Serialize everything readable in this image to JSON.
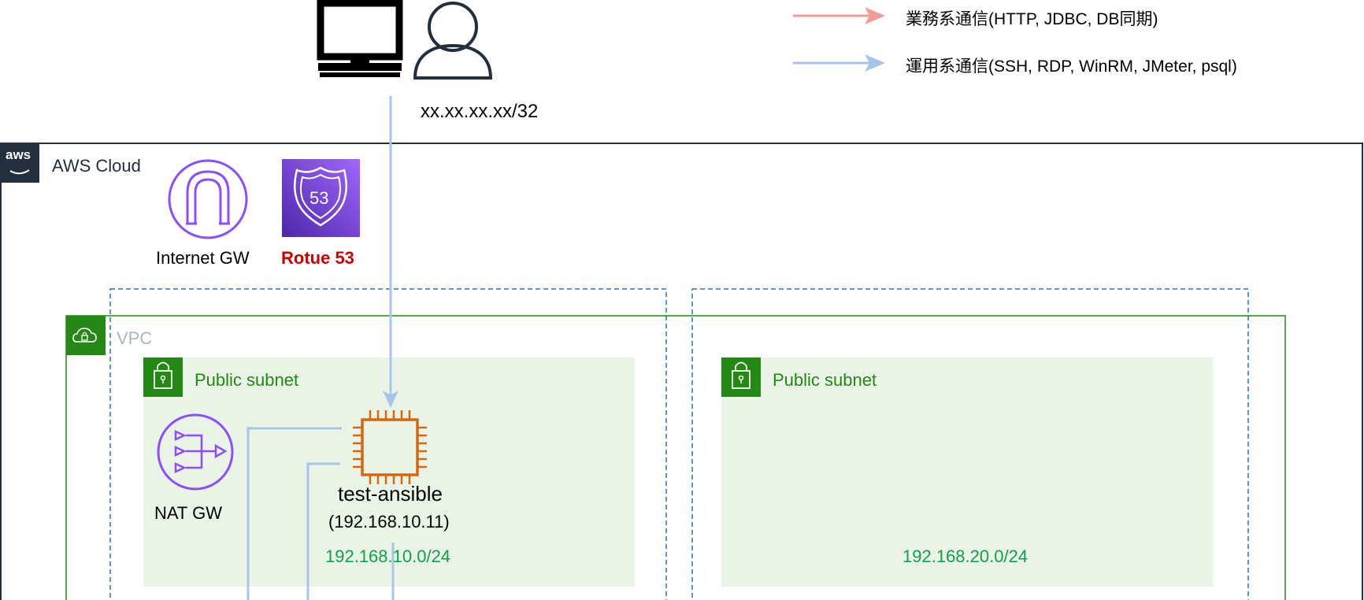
{
  "legend": {
    "business_label": "業務系通信(HTTP, JDBC, DB同期)",
    "ops_label": "運用系通信(SSH, RDP, WinRM, JMeter, psql)",
    "business_color": "#f19c99",
    "ops_color": "#a9c4eb"
  },
  "client": {
    "cidr": "xx.xx.xx.xx/32"
  },
  "aws_cloud": {
    "label": "AWS Cloud",
    "logo_text": "aws"
  },
  "services": {
    "internet_gw": "Internet GW",
    "route53": "Rotue 53",
    "route53_badge": "53"
  },
  "vpc": {
    "label": "VPC"
  },
  "subnets": [
    {
      "label": "Public subnet",
      "cidr": "192.168.10.0/24"
    },
    {
      "label": "Public subnet",
      "cidr": "192.168.20.0/24"
    }
  ],
  "nat_gw": {
    "label": "NAT GW"
  },
  "instance": {
    "name": "test-ansible",
    "ip": "(192.168.10.11)"
  },
  "colors": {
    "aws_dark": "#232f3e",
    "vpc_green": "#248814",
    "subnet_fill": "#e9f3e6",
    "az_blue": "#147eba",
    "purple": "#8c4fff",
    "ec2_orange": "#d86613",
    "route53_red": "#cc0000"
  }
}
